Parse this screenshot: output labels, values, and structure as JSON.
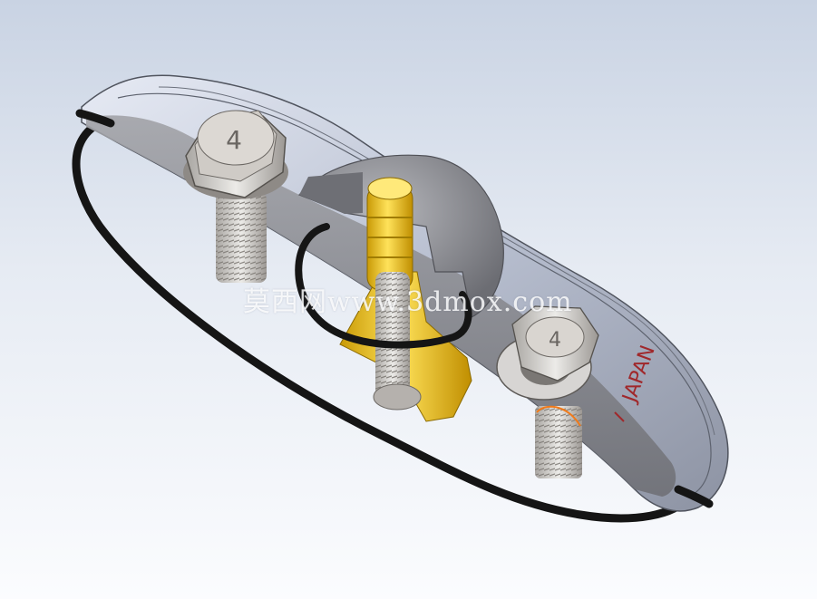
{
  "scene": {
    "subject": "cad-render-assembly",
    "bolt_left_mark": "4",
    "bolt_right_mark": "4",
    "housing_text": "JAPAN",
    "watermark_text": "莫西网www.3dmox.com",
    "colors": {
      "background_top": "#c9d3e3",
      "background_bottom": "#fbfcfe",
      "housing": "#b9bfcf",
      "gasket": "#151515",
      "brass": "#f0c419",
      "steel": "#d8d4cf",
      "text_red": "#a0282b",
      "accent_orange": "#f07a1a"
    }
  }
}
